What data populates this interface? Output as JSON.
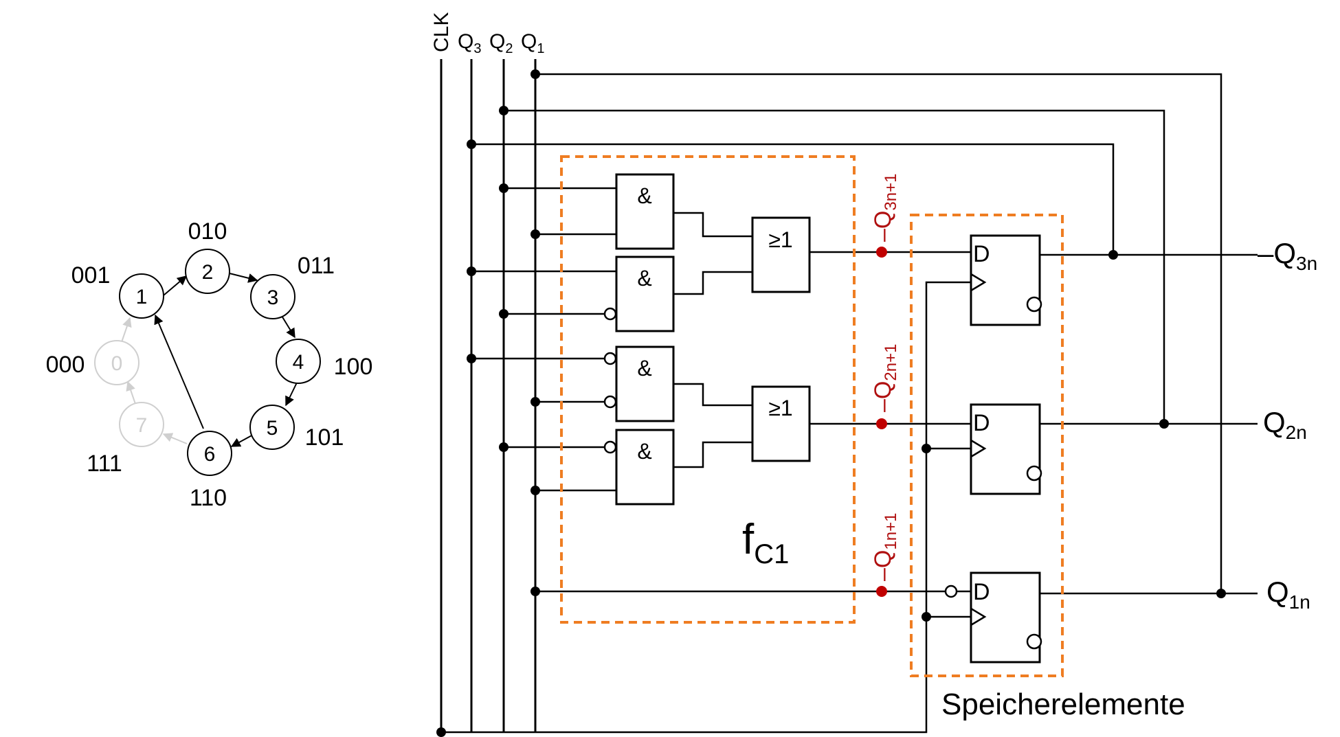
{
  "state_diagram": {
    "states": [
      {
        "id": "0",
        "code": "000",
        "inactive": true
      },
      {
        "id": "1",
        "code": "001",
        "inactive": false
      },
      {
        "id": "2",
        "code": "010",
        "inactive": false
      },
      {
        "id": "3",
        "code": "011",
        "inactive": false
      },
      {
        "id": "4",
        "code": "100",
        "inactive": false
      },
      {
        "id": "5",
        "code": "101",
        "inactive": false
      },
      {
        "id": "6",
        "code": "110",
        "inactive": false
      },
      {
        "id": "7",
        "code": "111",
        "inactive": true
      }
    ],
    "transitions": [
      {
        "from": "1",
        "to": "2"
      },
      {
        "from": "2",
        "to": "3"
      },
      {
        "from": "3",
        "to": "4"
      },
      {
        "from": "4",
        "to": "5"
      },
      {
        "from": "5",
        "to": "6"
      },
      {
        "from": "6",
        "to": "1"
      },
      {
        "from": "6",
        "to": "7",
        "inactive": true
      },
      {
        "from": "7",
        "to": "0",
        "inactive": true
      },
      {
        "from": "0",
        "to": "1",
        "inactive": true
      }
    ]
  },
  "circuit": {
    "inputs": {
      "clk": "CLK",
      "q3": {
        "main": "Q",
        "sub": "3"
      },
      "q2": {
        "main": "Q",
        "sub": "2"
      },
      "q1": {
        "main": "Q",
        "sub": "1"
      }
    },
    "gates": {
      "and_symbol": "&",
      "or_symbol": "≥1"
    },
    "next_state": {
      "q3": {
        "main": "Q",
        "sub": "3n+1"
      },
      "q2": {
        "main": "Q",
        "sub": "2n+1"
      },
      "q1": {
        "main": "Q",
        "sub": "1n+1"
      }
    },
    "flipflop_input": "D",
    "outputs": {
      "q3": {
        "main": "Q",
        "sub": "3n"
      },
      "q2": {
        "main": "Q",
        "sub": "2n"
      },
      "q1": {
        "main": "Q",
        "sub": "1n"
      }
    },
    "function_label": {
      "main": "f",
      "sub": "C1"
    },
    "memory_label": "Speicherelemente"
  },
  "colors": {
    "highlight_box": "#ef7d22",
    "next_state": "#b01010"
  }
}
